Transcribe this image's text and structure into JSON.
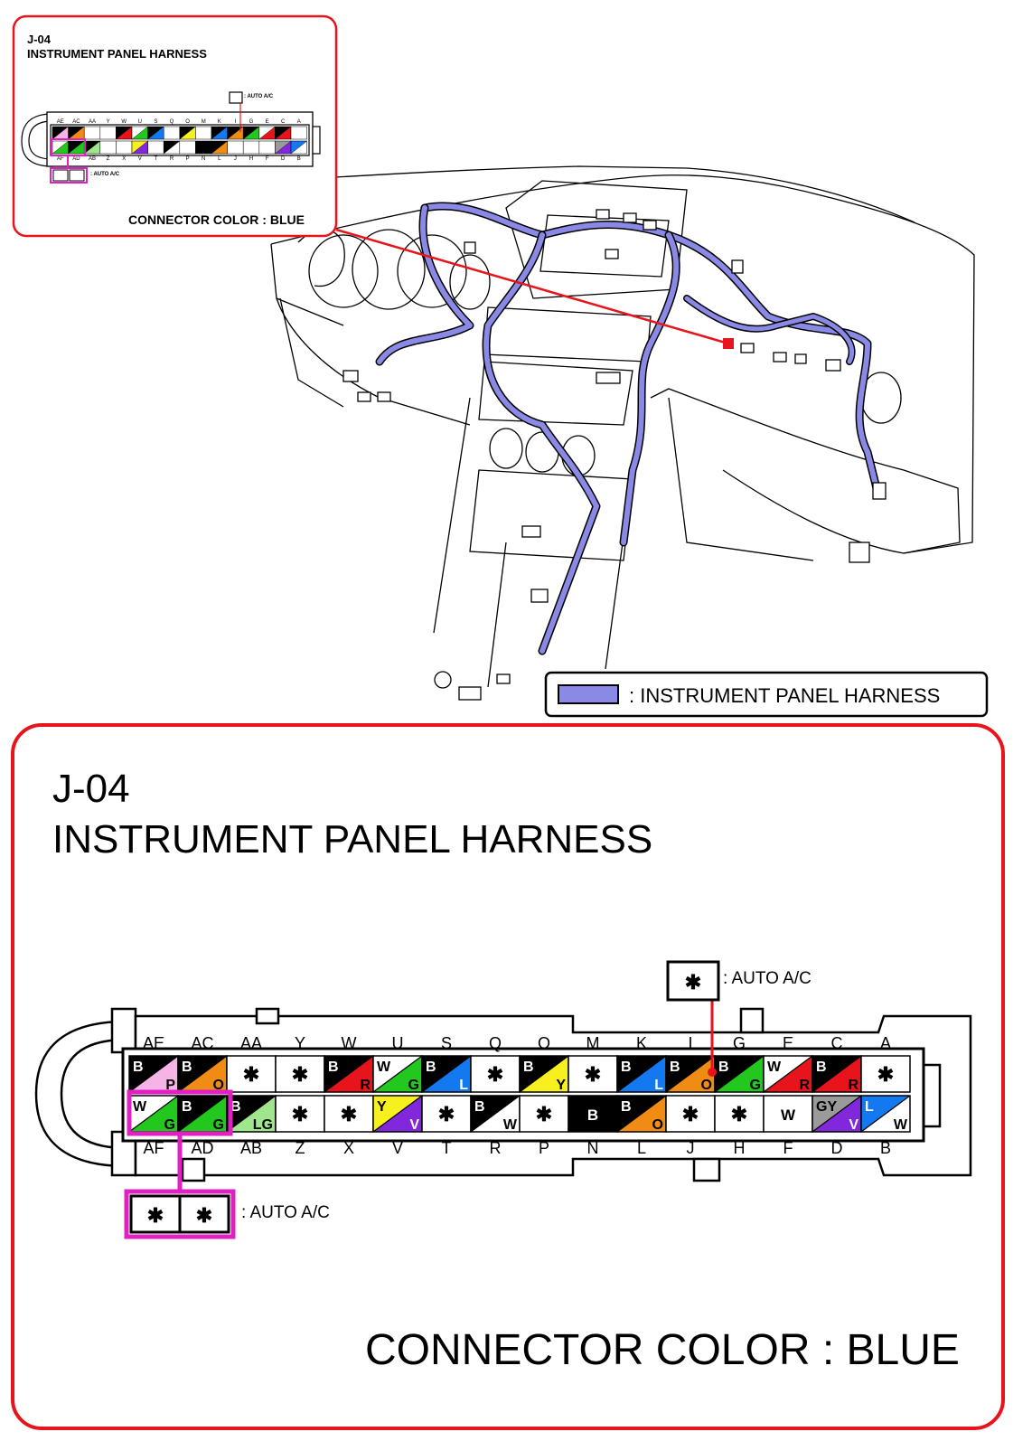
{
  "inset": {
    "connector_id": "J-04",
    "title": "INSTRUMENT PANEL HARNESS",
    "connector_color": "CONNECTOR COLOR : BLUE",
    "auto_ac_note": ": AUTO A/C"
  },
  "legend": {
    "text": ": INSTRUMENT PANEL HARNESS",
    "swatch_color": "#8a8ae6"
  },
  "main": {
    "connector_id": "J-04",
    "title": "INSTRUMENT PANEL HARNESS",
    "connector_color": "CONNECTOR COLOR : BLUE",
    "auto_ac_top": ": AUTO A/C",
    "auto_ac_bottom": ": AUTO A/C"
  },
  "colors": {
    "frame_red": "#e8141c",
    "highlight_magenta": "#e020c0",
    "harness_blue": "#8a8ae6"
  },
  "connector": {
    "top_labels": [
      "AE",
      "AC",
      "AA",
      "Y",
      "W",
      "U",
      "S",
      "Q",
      "O",
      "M",
      "K",
      "I",
      "G",
      "E",
      "C",
      "A"
    ],
    "bottom_labels": [
      "AF",
      "AD",
      "AB",
      "Z",
      "X",
      "V",
      "T",
      "R",
      "P",
      "N",
      "L",
      "J",
      "H",
      "F",
      "D",
      "B"
    ],
    "top_row": [
      {
        "a": "B",
        "b": "P",
        "ca": "#000000",
        "cb": "#f6b4e6"
      },
      {
        "a": "B",
        "b": "O",
        "ca": "#000000",
        "cb": "#f08c14"
      },
      {
        "star": true
      },
      {
        "star": true
      },
      {
        "a": "B",
        "b": "R",
        "ca": "#000000",
        "cb": "#e8141c"
      },
      {
        "a": "W",
        "b": "G",
        "ca": "#ffffff",
        "cb": "#22c81e"
      },
      {
        "a": "B",
        "b": "L",
        "ca": "#000000",
        "cb": "#1478f0"
      },
      {
        "star": true
      },
      {
        "a": "B",
        "b": "Y",
        "ca": "#000000",
        "cb": "#f8f01e"
      },
      {
        "star": true
      },
      {
        "a": "B",
        "b": "L",
        "ca": "#000000",
        "cb": "#1478f0"
      },
      {
        "a": "B",
        "b": "O",
        "ca": "#000000",
        "cb": "#f08c14"
      },
      {
        "a": "B",
        "b": "G",
        "ca": "#000000",
        "cb": "#22c81e"
      },
      {
        "a": "W",
        "b": "R",
        "ca": "#ffffff",
        "cb": "#e8141c"
      },
      {
        "a": "B",
        "b": "R",
        "ca": "#000000",
        "cb": "#e8141c"
      },
      {
        "star": true
      }
    ],
    "bottom_row": [
      {
        "a": "W",
        "b": "G",
        "ca": "#ffffff",
        "cb": "#22c81e"
      },
      {
        "a": "B",
        "b": "G",
        "ca": "#000000",
        "cb": "#22c81e"
      },
      {
        "a": "B",
        "b": "LG",
        "ca": "#000000",
        "cb": "#a0e68c"
      },
      {
        "star": true
      },
      {
        "star": true
      },
      {
        "a": "Y",
        "b": "V",
        "ca": "#f8f01e",
        "cb": "#8228dc"
      },
      {
        "star": true
      },
      {
        "a": "B",
        "b": "W",
        "ca": "#000000",
        "cb": "#ffffff"
      },
      {
        "star": true
      },
      {
        "solid": "B",
        "ca": "#000000"
      },
      {
        "a": "B",
        "b": "O",
        "ca": "#000000",
        "cb": "#f08c14"
      },
      {
        "star": true
      },
      {
        "star": true
      },
      {
        "solid": "W",
        "ca": "#ffffff"
      },
      {
        "a": "GY",
        "b": "V",
        "ca": "#9a9a9a",
        "cb": "#8228dc"
      },
      {
        "a": "L",
        "b": "W",
        "ca": "#1478f0",
        "cb": "#ffffff"
      }
    ]
  }
}
